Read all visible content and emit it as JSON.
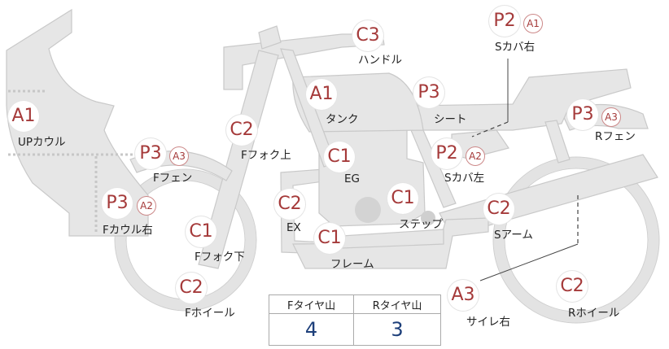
{
  "labels": {
    "up_cowl": {
      "code": "A1",
      "text": "UPカウル"
    },
    "f_fender": {
      "code": "P3",
      "sub": "A3",
      "text": "Fフェン"
    },
    "f_cowl_r": {
      "code": "P3",
      "sub": "A2",
      "text": "Fカウル右"
    },
    "f_fork_upper": {
      "code": "C2",
      "text": "Fフォク上"
    },
    "f_fork_lower": {
      "code": "C1",
      "text": "Fフォク下"
    },
    "f_wheel": {
      "code": "C2",
      "text": "Fホイール"
    },
    "handle": {
      "code": "C3",
      "text": "ハンドル"
    },
    "tank": {
      "code": "A1",
      "text": "タンク"
    },
    "eg": {
      "code": "C1",
      "text": "EG"
    },
    "ex": {
      "code": "C2",
      "text": "EX"
    },
    "frame": {
      "code": "C1",
      "text": "フレーム"
    },
    "step": {
      "code": "C1",
      "text": "ステップ"
    },
    "seat": {
      "code": "P3",
      "text": "シート"
    },
    "s_cover_r": {
      "code": "P2",
      "sub": "A1",
      "text": "Sカバ右"
    },
    "s_cover_l": {
      "code": "P2",
      "sub": "A2",
      "text": "Sカバ左"
    },
    "r_fender": {
      "code": "P3",
      "sub": "A3",
      "text": "Rフェン"
    },
    "s_arm": {
      "code": "C2",
      "text": "Sアーム"
    },
    "r_wheel": {
      "code": "C2",
      "text": "Rホイール"
    },
    "silencer_r": {
      "code": "A3",
      "text": "サイレ右"
    }
  },
  "tread": {
    "f_header": "Fタイヤ山",
    "r_header": "Rタイヤ山",
    "f_value": "4",
    "r_value": "3"
  },
  "colors": {
    "part_fill": "#e6e6e6",
    "code_red": "#a53a3a",
    "value_blue": "#1d3f7a"
  }
}
